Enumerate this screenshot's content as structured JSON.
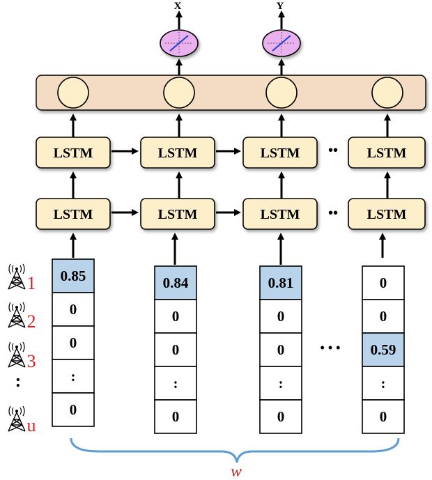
{
  "outputs": [
    "X",
    "Y"
  ],
  "lstm_label": "LSTM",
  "ellipsis_dots": "••",
  "ellipsis_row": "• • •",
  "vertical_dots": ":",
  "columns": [
    {
      "cells": [
        "0.85",
        "0",
        "0",
        ":",
        "0"
      ],
      "highlight": [
        0
      ]
    },
    {
      "cells": [
        "0.84",
        "0",
        "0",
        ":",
        "0"
      ],
      "highlight": [
        0
      ]
    },
    {
      "cells": [
        "0.81",
        "0",
        "0",
        ":",
        "0"
      ],
      "highlight": [
        0
      ]
    },
    {
      "cells": [
        "0",
        "0",
        "0.59",
        ":",
        "0"
      ],
      "highlight": [
        2
      ]
    }
  ],
  "towers": [
    "1",
    "2",
    "3",
    "",
    "u"
  ],
  "brace_label": "w",
  "colors": {
    "band": "#f4dcc4",
    "node": "#fcefc9",
    "lstm": "#fcefc9",
    "highlight": "#b9d3ea",
    "output_node": "#ebb0ee",
    "output_line": "#1f3fdc",
    "brace": "#5b9bd5",
    "label_red": "#d91f1f"
  }
}
